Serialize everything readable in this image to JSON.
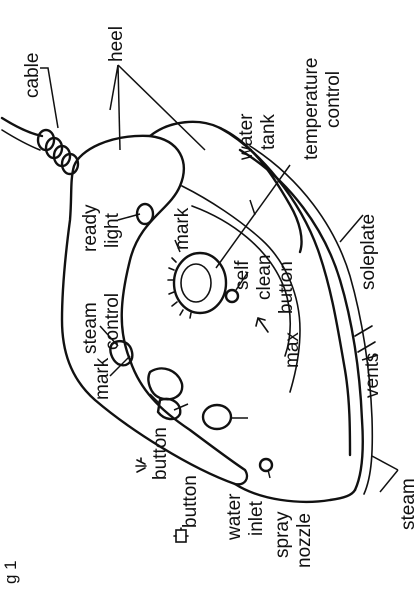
{
  "figure": {
    "caption": "g 1"
  },
  "labels": {
    "cable": "cable",
    "heel": "heel",
    "water": "water",
    "tank": "tank",
    "temperature": "temperature",
    "control": "control",
    "ready": "ready",
    "light": "light",
    "mark": "mark",
    "self": "self",
    "clean": "clean",
    "button": "button",
    "soleplate": "soleplate",
    "steam": "steam",
    "max": "max",
    "vents": "vents",
    "inlet": "inlet",
    "spray": "spray",
    "nozzle": "nozzle"
  },
  "colors": {
    "ink": "#111111",
    "paper": "#ffffff"
  }
}
